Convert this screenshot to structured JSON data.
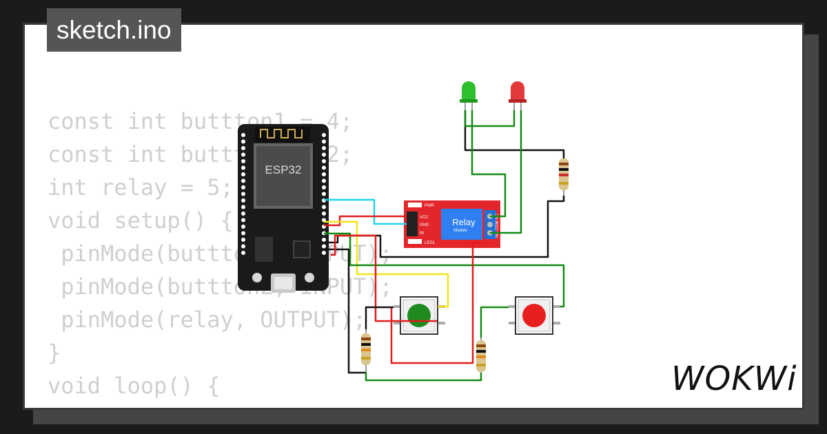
{
  "tab": {
    "filename": "sketch.ino"
  },
  "code": {
    "lines": [
      "const int buttton1 = 4;",
      "const int buttton2 = 2;",
      "int relay = 5;",
      "void setup() {",
      " pinMode(buttton1, INPUT);",
      " pinMode(buttton2, INPUT);",
      " pinMode(relay, OUTPUT);",
      "}",
      "",
      "void loop() {"
    ]
  },
  "circuit": {
    "board_label": "ESP32",
    "relay_label": "Relay",
    "relay_sublabel": "Module",
    "relay_pins": {
      "vcc": "VCC",
      "gnd": "GND",
      "in": "IN"
    },
    "relay_leds": {
      "pwr": "PWR",
      "led1": "LED1"
    },
    "relay_terminals": "NO COM NC"
  },
  "brand": {
    "logo_text": "WOKWi"
  },
  "colors": {
    "background": "#1b1b1b",
    "card": "#ffffff",
    "code_text": "#cfcfcf",
    "board": "#1a1a1a",
    "relay": "#e3262b",
    "wire_red": "#e31b1b",
    "wire_green": "#128a12",
    "wire_yellow": "#f2e51a",
    "wire_cyan": "#22d3ee",
    "wire_black": "#111111"
  }
}
